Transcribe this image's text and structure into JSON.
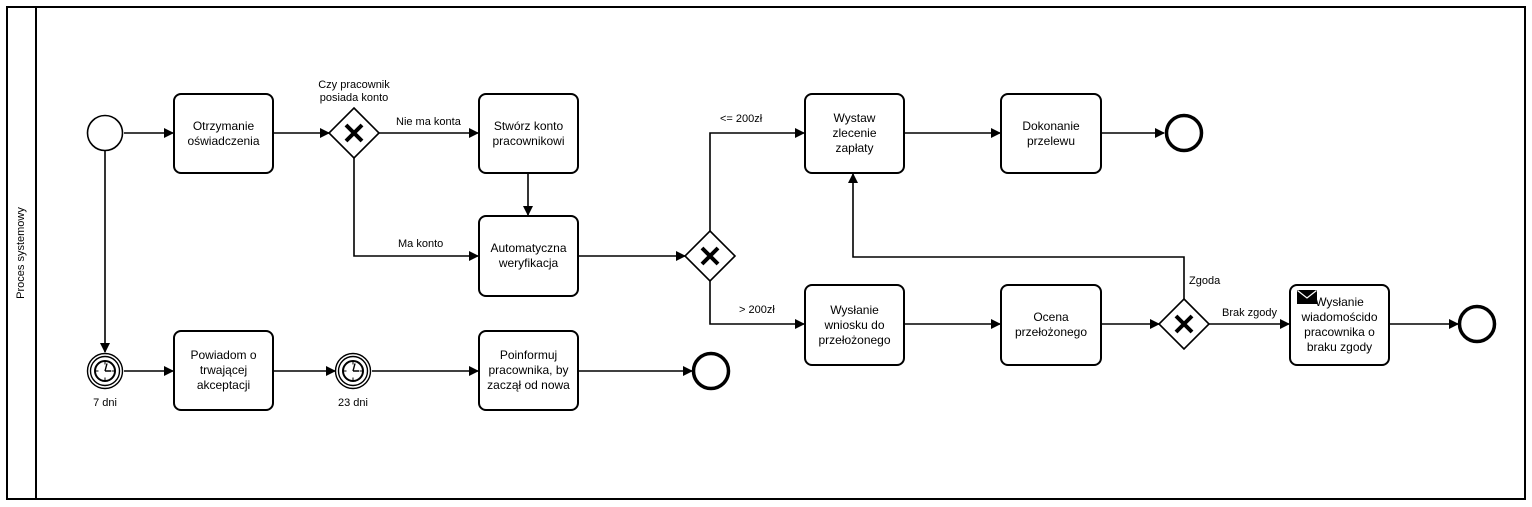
{
  "lane": {
    "title": "Proces systemowy"
  },
  "tasks": {
    "otrzymanie": "Otrzymanie oświadczenia",
    "stworz": "Stwórz konto pracownikowi",
    "automatyczna": "Automatyczna weryfikacja",
    "wystaw": "Wystaw zlecenie zapłaty",
    "dokonanie": "Dokonanie przelewu",
    "wyslanie_wniosku": "Wysłanie wniosku do przełożonego",
    "ocena": "Ocena przełożonego",
    "wyslanie_wiadomosci": "Wysłanie wiadomoścido pracownika o braku zgody",
    "powiadom": "Powiadom o trwającej akceptacji",
    "poinformuj": "Poinformuj pracownika, by zaczął od nowa"
  },
  "gateways": {
    "g1_label": "Czy pracownik posiada konto"
  },
  "flows": {
    "nie_ma_konta": "Nie ma konta",
    "ma_konto": "Ma konto",
    "le_200": "<= 200zł",
    "gt_200": "> 200zł",
    "zgoda": "Zgoda",
    "brak_zgody": "Brak zgody"
  },
  "timers": {
    "t1": "7 dni",
    "t2": "23 dni"
  },
  "icons": {
    "gateway": "exclusive-gateway-x-icon",
    "timer": "timer-clock-icon",
    "message": "envelope-icon"
  },
  "colors": {
    "stroke": "#000000",
    "background": "#ffffff"
  }
}
